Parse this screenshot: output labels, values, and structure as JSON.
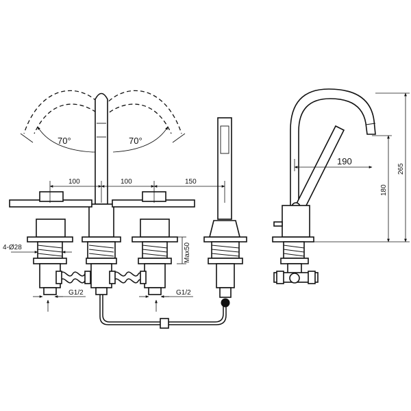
{
  "angles": {
    "left": "70°",
    "right": "70°"
  },
  "spacings": {
    "a": "100",
    "b": "100",
    "c": "150"
  },
  "hole_spec": "4-Ø28",
  "max_thickness": "Max50",
  "thread_left": "G1/2",
  "thread_right": "G1/2",
  "side_view": {
    "reach": "190",
    "spout_height": "180",
    "total_height": "265"
  }
}
